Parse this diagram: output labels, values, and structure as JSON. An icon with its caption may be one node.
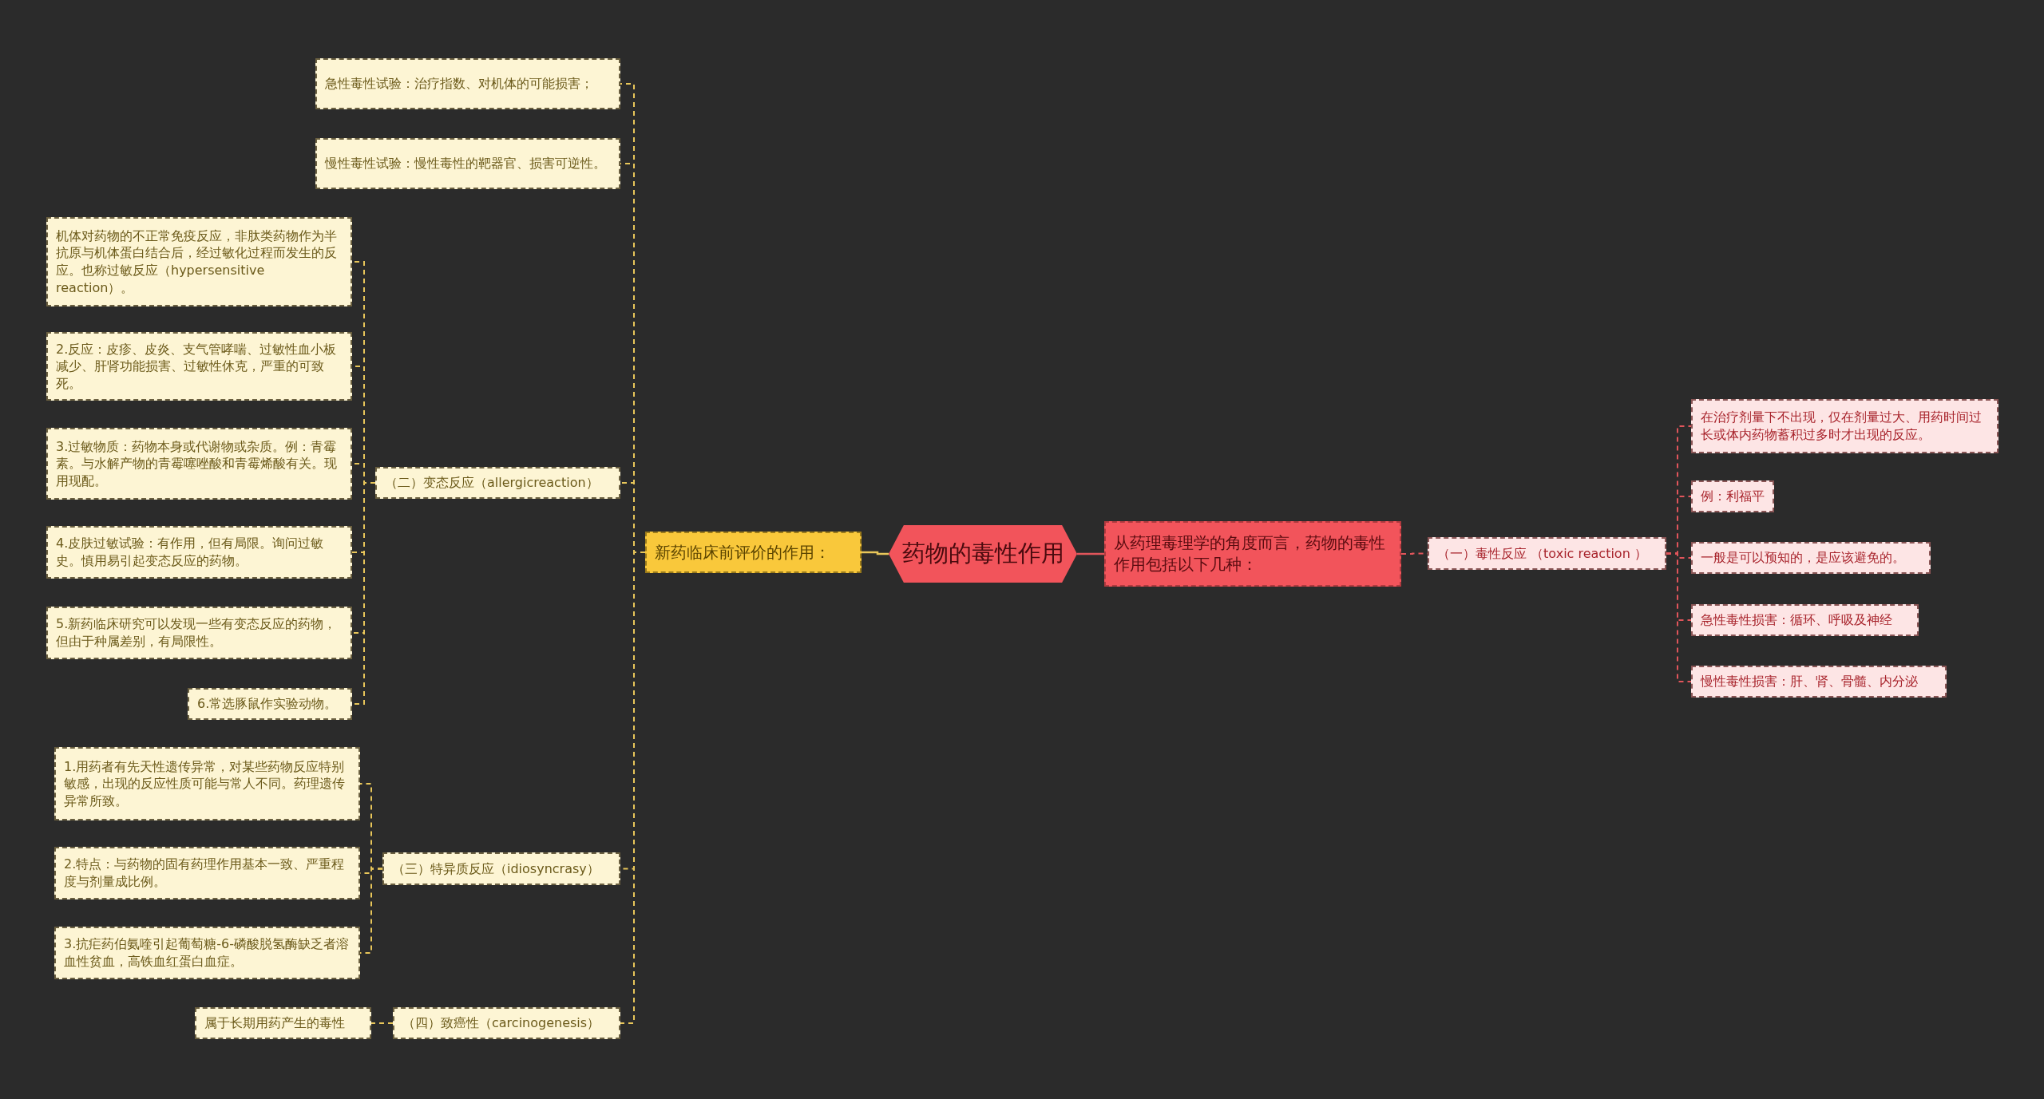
{
  "diagram": {
    "nodes": [
      {
        "text": [
          "药物的毒性作用"
        ]
      },
      {
        "text": [
          "新药临床前评价的作用："
        ]
      },
      {
        "text": [
          "从药理毒理学的角度而言，药物的毒性作用包括以下几种："
        ]
      },
      {
        "text": [
          "（一）毒性反应 （toxic reaction ）"
        ]
      },
      {
        "text": [
          "在治疗剂量下不出现，仅在剂量过大、用药时间过长或体内药物蓄积过多时才出现的反应。"
        ]
      },
      {
        "text": [
          "例：利福平"
        ]
      },
      {
        "text": [
          "一般是可以预知的，是应该避免的。"
        ]
      },
      {
        "text": [
          "急性毒性损害：循环、呼吸及神经"
        ]
      },
      {
        "text": [
          "慢性毒性损害：肝、肾、骨髓、内分泌"
        ]
      },
      {
        "text": [
          "急性毒性试验：治疗指数、对机体的可能损害；"
        ]
      },
      {
        "text": [
          "慢性毒性试验：慢性毒性的靶器官、损害可逆性。"
        ]
      },
      {
        "text": [
          "（二）变态反应（allergicreaction）"
        ]
      },
      {
        "text": [
          "机体对药物的不正常免疫反应，非肽类药物作为半抗原与机体蛋白结合后，经过敏化过程而发生的反应。也称过敏反应（hypersensitive reaction）。"
        ]
      },
      {
        "text": [
          "2.反应：皮疹、皮炎、支气管哮喘、过敏性血小板减少、肝肾功能损害、过敏性休克，严重的可致死。"
        ]
      },
      {
        "text": [
          "3.过敏物质：药物本身或代谢物或杂质。例：青霉素。与水解产物的青霉噻唑酸和青霉烯酸有关。现用现配。"
        ]
      },
      {
        "text": [
          "4.皮肤过敏试验：有作用，但有局限。询问过敏史。慎用易引起变态反应的药物。"
        ]
      },
      {
        "text": [
          "5.新药临床研究可以发现一些有变态反应的药物，但由于种属差别，有局限性。"
        ]
      },
      {
        "text": [
          "6.常选豚鼠作实验动物。"
        ]
      },
      {
        "text": [
          "（三）特异质反应（idiosyncrasy）"
        ]
      },
      {
        "text": [
          "1.用药者有先天性遗传异常，对某些药物反应特别敏感，出现的反应性质可能与常人不同。药理遗传异常所致。"
        ]
      },
      {
        "text": [
          "2.特点：与药物的固有药理作用基本一致、严重程度与剂量成比例。"
        ]
      },
      {
        "text": [
          "3.抗疟药伯氨喹引起葡萄糖-6-磷酸脱氢酶缺乏者溶血性贫血，高铁血红蛋白血症。"
        ]
      },
      {
        "text": [
          "（四）致癌性（carcinogenesis）"
        ]
      },
      {
        "text": [
          "属于长期用药产生的毒性"
        ]
      }
    ],
    "edges": [
      {
        "from": 0,
        "to": 1,
        "arrow": "none"
      },
      {
        "from": 0,
        "to": 2,
        "arrow": "none",
        "color": "#e0555b"
      },
      {
        "from": 2,
        "to": 3,
        "arrow": "none",
        "style": "dashed",
        "color": "#e0555b"
      },
      {
        "from": 3,
        "to": 4,
        "arrow": "none",
        "style": "dashed",
        "color": "#e0555b"
      },
      {
        "from": 3,
        "to": 5,
        "arrow": "none",
        "style": "dashed",
        "color": "#e0555b"
      },
      {
        "from": 3,
        "to": 6,
        "arrow": "none",
        "style": "dashed",
        "color": "#e0555b"
      },
      {
        "from": 3,
        "to": 7,
        "arrow": "none",
        "style": "dashed",
        "color": "#e0555b"
      },
      {
        "from": 3,
        "to": 8,
        "arrow": "none",
        "style": "dashed",
        "color": "#e0555b"
      },
      {
        "from": 1,
        "to": 9,
        "arrow": "none",
        "style": "dashed"
      },
      {
        "from": 1,
        "to": 10,
        "arrow": "none",
        "style": "dashed"
      },
      {
        "from": 1,
        "to": 11,
        "arrow": "none",
        "style": "dashed"
      },
      {
        "from": 11,
        "to": 12,
        "arrow": "none",
        "style": "dashed"
      },
      {
        "from": 11,
        "to": 13,
        "arrow": "none",
        "style": "dashed"
      },
      {
        "from": 11,
        "to": 14,
        "arrow": "none",
        "style": "dashed"
      },
      {
        "from": 11,
        "to": 15,
        "arrow": "none",
        "style": "dashed"
      },
      {
        "from": 11,
        "to": 16,
        "arrow": "none",
        "style": "dashed"
      },
      {
        "from": 11,
        "to": 17,
        "arrow": "none",
        "style": "dashed"
      },
      {
        "from": 1,
        "to": 18,
        "arrow": "none",
        "style": "dashed"
      },
      {
        "from": 18,
        "to": 19,
        "arrow": "none",
        "style": "dashed"
      },
      {
        "from": 18,
        "to": 20,
        "arrow": "none",
        "style": "dashed"
      },
      {
        "from": 18,
        "to": 21,
        "arrow": "none",
        "style": "dashed"
      },
      {
        "from": 1,
        "to": 22,
        "arrow": "none",
        "style": "dashed"
      },
      {
        "from": 22,
        "to": 23,
        "arrow": "none",
        "style": "dashed"
      }
    ]
  }
}
